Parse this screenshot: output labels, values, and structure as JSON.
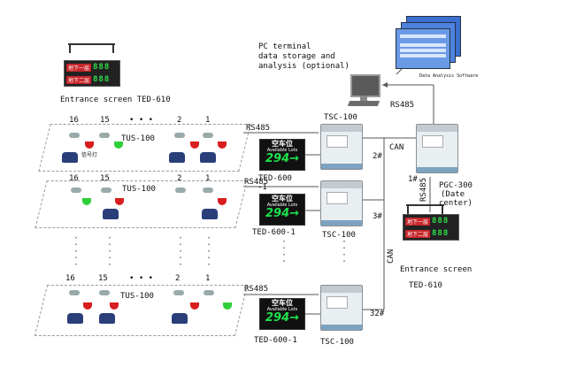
{
  "texts": {
    "pc_line1": "PC terminal",
    "pc_line2": "data storage and",
    "pc_line3": "analysis (optional)",
    "rs485_top": "RS485",
    "rs485_1": "RS485",
    "rs485_2": "RS485",
    "rs485_3": "RS485",
    "rs485_vert": "RS485",
    "can_top": "CAN",
    "can_vert": "CAN",
    "entrance_top": "Entrance screen  TED-610",
    "entrance_right_1": "Entrance screen",
    "entrance_right_2": "TED-610",
    "tsc_1": "TSC-100",
    "tsc_2": "TSC-100",
    "tsc_3": "TSC-100",
    "ted_1": "TED-600",
    "ted_1b": "-1",
    "ted_2": "TED-600-1",
    "ted_3": "TED-600-1",
    "tus_1": "TUS-100",
    "tus_2": "TUS-100",
    "tus_3": "TUS-100",
    "pgc_1": "PGC-300",
    "pgc_2": "(Date",
    "pgc_3": "center)",
    "addr_1": "1#",
    "addr_2": "2#",
    "addr_3": "3#",
    "addr_32": "32#",
    "software": "Data Analysis Software",
    "small_cn": "信号灯",
    "n16a": "16",
    "n15a": "15",
    "n2a": "2",
    "n1a": "1",
    "dotsa": "• • •",
    "n16b": "16",
    "n15b": "15",
    "n2b": "2",
    "n1b": "1",
    "n16c": "16",
    "n15c": "15",
    "n2c": "2",
    "n1c": "1",
    "dotsc": "• • •",
    "vdots": "•\n•\n•"
  },
  "display": {
    "cn": "空车位",
    "en": "Available  Lots",
    "count": "294→"
  },
  "entrance_sign": {
    "row1_label": "地下一层",
    "row1_digits": "888",
    "row2_label": "地下二层",
    "row2_digits": "888"
  },
  "colors": {
    "red_light": "#d81e1e",
    "green_light": "#2fcf3a",
    "line": "#555555",
    "led_green": "#1fe04a"
  }
}
